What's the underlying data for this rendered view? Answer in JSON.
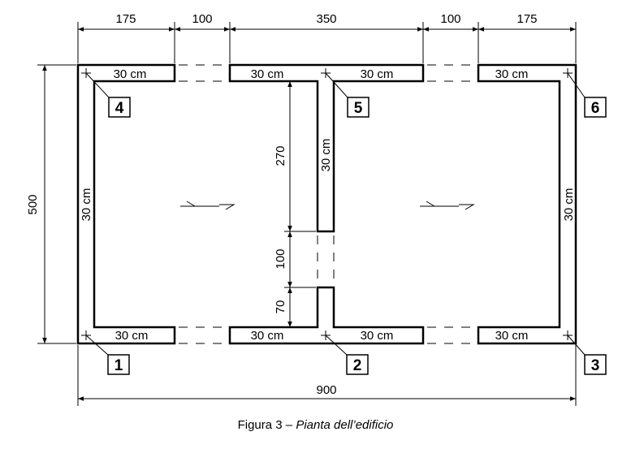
{
  "dimensions": {
    "top": [
      "175",
      "100",
      "350",
      "100",
      "175"
    ],
    "left_height": "500",
    "bottom_total": "900",
    "partition": [
      "270",
      "100",
      "70"
    ]
  },
  "wall_labels": {
    "top_1": "30 cm",
    "top_2": "30 cm",
    "top_3": "30 cm",
    "top_4": "30 cm",
    "bottom_1": "30 cm",
    "bottom_2": "30 cm",
    "bottom_3": "30 cm",
    "bottom_4": "30 cm",
    "left": "30 cm",
    "right": "30 cm",
    "partition": "30 cm"
  },
  "nodes": [
    "1",
    "2",
    "3",
    "4",
    "5",
    "6"
  ],
  "caption": {
    "prefix": "Figura 3 – ",
    "title": "Pianta dell’edificio"
  },
  "colors": {
    "line": "#000000",
    "background": "#ffffff"
  }
}
